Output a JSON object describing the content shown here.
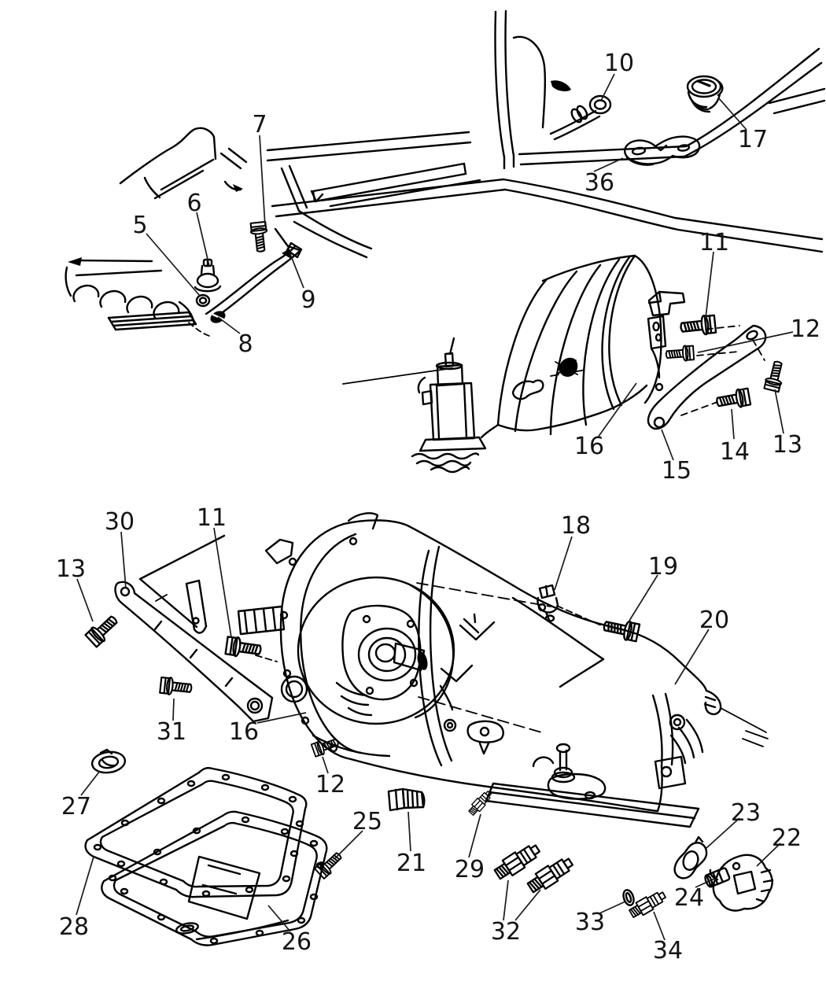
{
  "figure": {
    "kind": "exploded-parts-line-diagram",
    "background_color": "#ffffff",
    "line_color": "#000000",
    "label_color": "#141414"
  },
  "callouts": [
    {
      "label": "7"
    },
    {
      "label": "6"
    },
    {
      "label": "5"
    },
    {
      "label": "8"
    },
    {
      "label": "9"
    },
    {
      "label": "10"
    },
    {
      "label": "17"
    },
    {
      "label": "36"
    },
    {
      "label": "11"
    },
    {
      "label": "12"
    },
    {
      "label": "16"
    },
    {
      "label": "15"
    },
    {
      "label": "14"
    },
    {
      "label": "13"
    },
    {
      "label": "30"
    },
    {
      "label": "11"
    },
    {
      "label": "13"
    },
    {
      "label": "18"
    },
    {
      "label": "19"
    },
    {
      "label": "20"
    },
    {
      "label": "31"
    },
    {
      "label": "16"
    },
    {
      "label": "12"
    },
    {
      "label": "27"
    },
    {
      "label": "28"
    },
    {
      "label": "26"
    },
    {
      "label": "25"
    },
    {
      "label": "21"
    },
    {
      "label": "29"
    },
    {
      "label": "32"
    },
    {
      "label": "33"
    },
    {
      "label": "34"
    },
    {
      "label": "23"
    },
    {
      "label": "24"
    },
    {
      "label": "22"
    }
  ]
}
